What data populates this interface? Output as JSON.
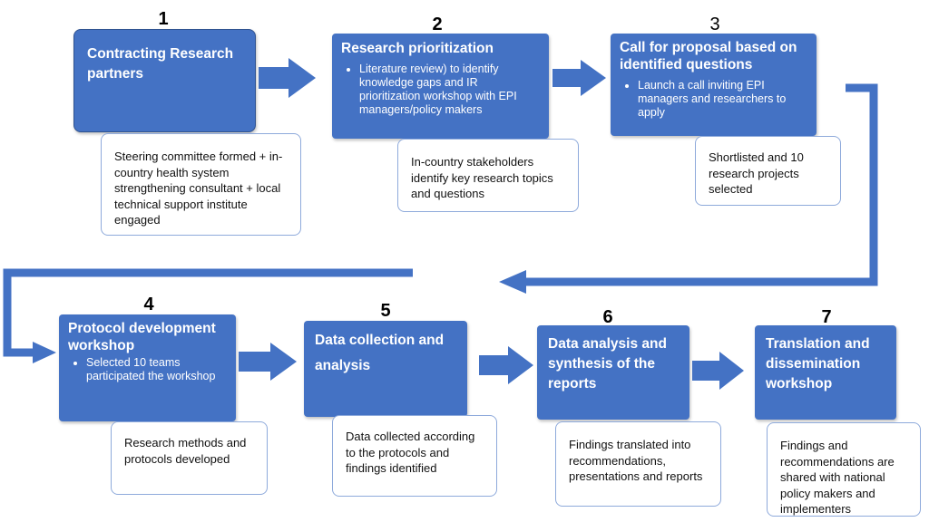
{
  "colors": {
    "box_fill": "#4472c4",
    "box_fill_dark": "#3f69b4",
    "note_border": "#8eaadb",
    "arrow": "#4472c4"
  },
  "steps": [
    {
      "number": "1",
      "title": "Contracting Research partners",
      "bullets": [],
      "note": "Steering committee formed + in-country health system strengthening consultant + local technical support institute engaged"
    },
    {
      "number": "2",
      "title": "Research prioritization",
      "bullets": [
        "Literature review) to identify knowledge gaps and IR prioritization workshop with EPI managers/policy makers"
      ],
      "note": "In-country stakeholders identify key research topics and questions"
    },
    {
      "number": "3",
      "title": "Call for proposal based on identified questions",
      "bullets": [
        "Launch a call inviting EPI managers and researchers to apply"
      ],
      "note": "Shortlisted and 10 research projects selected"
    },
    {
      "number": "4",
      "title": "Protocol development workshop",
      "bullets": [
        "Selected 10 teams participated the workshop"
      ],
      "note": "Research methods and protocols developed"
    },
    {
      "number": "5",
      "title": "Data collection and analysis",
      "bullets": [],
      "note": "Data collected according to the protocols and findings identified"
    },
    {
      "number": "6",
      "title": "Data analysis and synthesis of the reports",
      "bullets": [],
      "note": "Findings translated into recommendations, presentations and reports"
    },
    {
      "number": "7",
      "title": "Translation and dissemination workshop",
      "bullets": [],
      "note": "Findings and recommendations are shared with national policy makers and implementers"
    }
  ]
}
